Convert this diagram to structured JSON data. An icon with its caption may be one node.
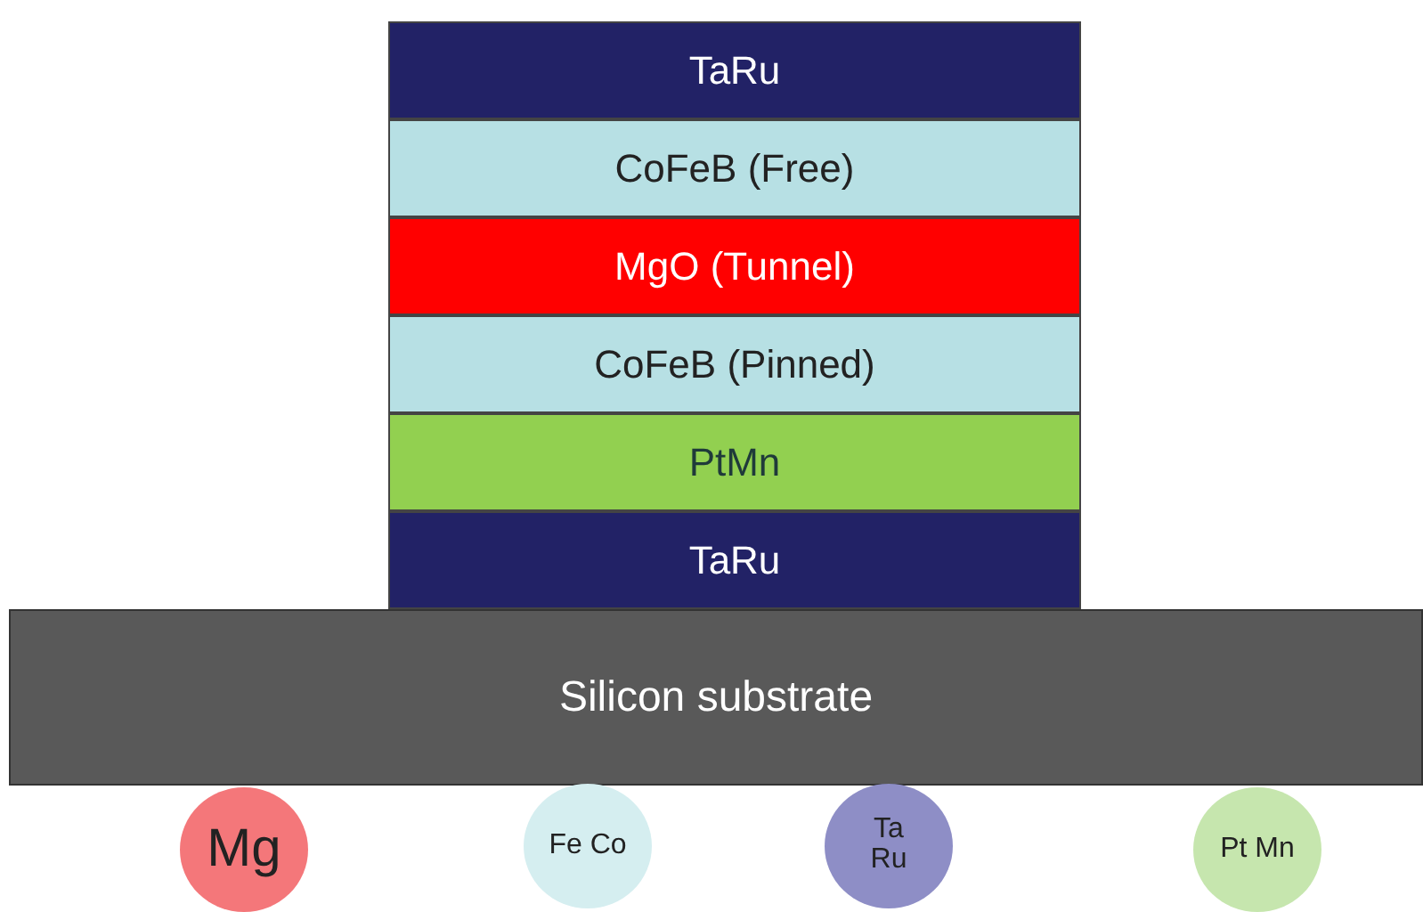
{
  "diagram": {
    "nodes": [
      {
        "text": [
          "TaRu"
        ]
      },
      {
        "text": [
          "CoFeB (Free)"
        ]
      },
      {
        "text": [
          "MgO (Tunnel)"
        ]
      },
      {
        "text": [
          "CoFeB (Pinned)"
        ]
      },
      {
        "text": [
          "PtMn"
        ]
      },
      {
        "text": [
          "TaRu"
        ]
      },
      {
        "text": [
          "Silicon substrate"
        ]
      },
      {
        "text": [
          "Mg"
        ]
      },
      {
        "text": [
          "Fe Co"
        ]
      },
      {
        "text": [
          "Ta Ru"
        ]
      },
      {
        "text": [
          "Pt Mn"
        ]
      }
    ],
    "edges": []
  }
}
